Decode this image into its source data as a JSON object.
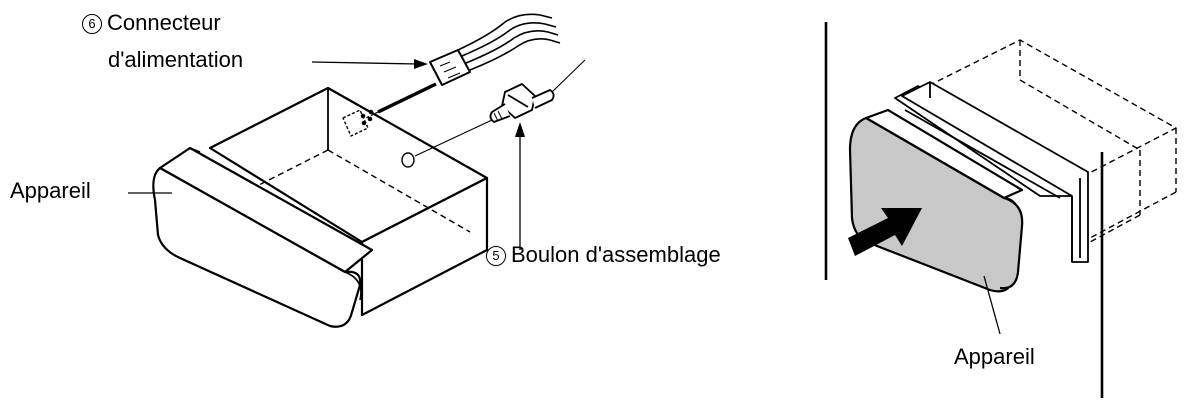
{
  "left_figure": {
    "power_connector": {
      "number": "6",
      "line1": "Connecteur",
      "line2": "d'alimentation"
    },
    "unit_label": "Appareil",
    "assembly_bolt": {
      "number": "5",
      "text": "Boulon d'assemblage"
    }
  },
  "right_figure": {
    "unit_label": "Appareil"
  },
  "colors": {
    "unit_front_fill": "#c8c8c8",
    "line": "#000000"
  }
}
